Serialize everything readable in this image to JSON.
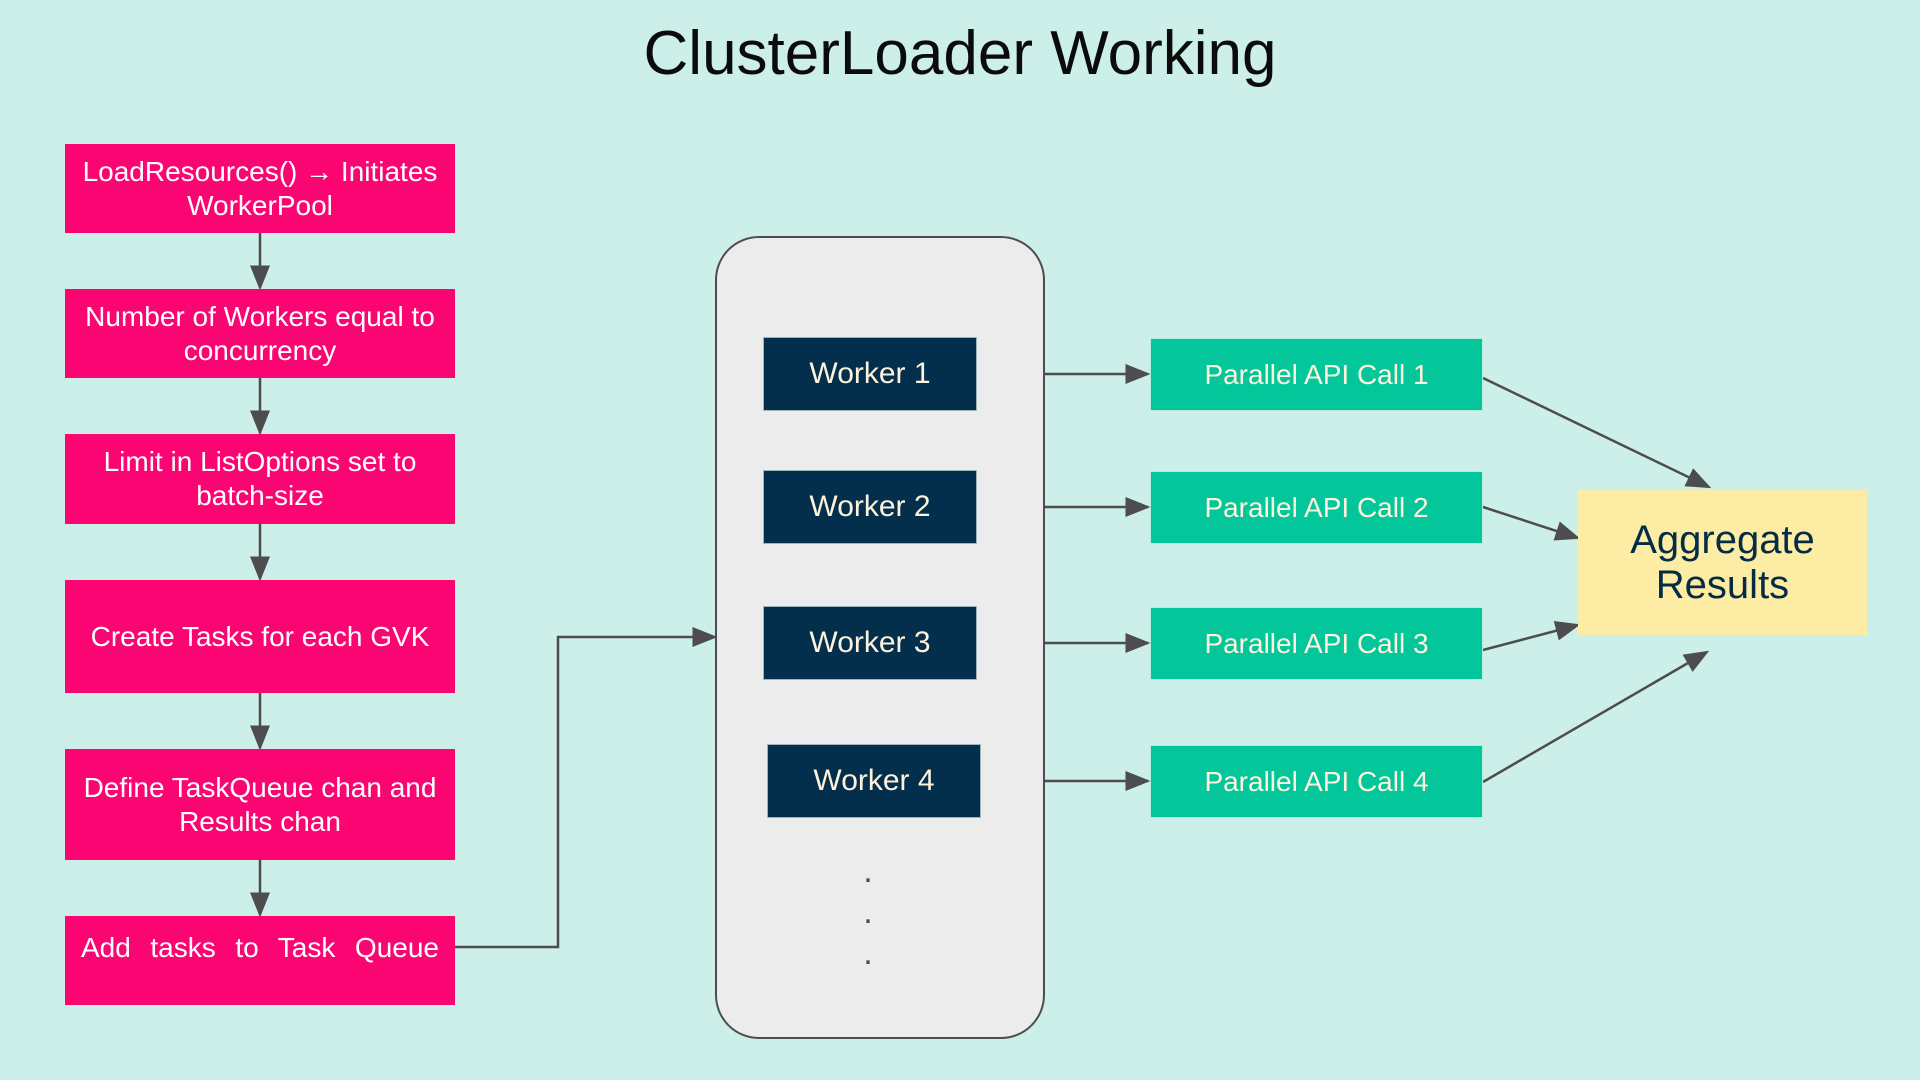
{
  "page": {
    "title": "ClusterLoader Working",
    "background_color": "#ccefea"
  },
  "colors": {
    "pink": "#fb0573",
    "navy": "#032f4c",
    "green": "#03c79a",
    "yellow": "#fdeca4",
    "pool_gray": "#ececed",
    "edge": "#4d4d4d",
    "cream_text": "#fdf3dd",
    "white_text": "#ffffff"
  },
  "flow_steps": [
    {
      "label": "LoadResources() → Initiates WorkerPool",
      "align": "center"
    },
    {
      "label": "Number of Workers equal to concurrency",
      "align": "center"
    },
    {
      "label": "Limit in ListOptions set to batch-size",
      "align": "center"
    },
    {
      "label": "Create Tasks for each GVK",
      "align": "center"
    },
    {
      "label": "Define TaskQueue chan and Results chan",
      "align": "center"
    },
    {
      "label": "Add tasks to Task Queue",
      "align": "justify"
    }
  ],
  "worker_pool": {
    "workers": [
      {
        "label": "Worker 1"
      },
      {
        "label": "Worker 2"
      },
      {
        "label": "Worker 3"
      },
      {
        "label": "Worker 4"
      }
    ],
    "ellipsis": "."
  },
  "api_calls": [
    {
      "label": "Parallel API Call 1"
    },
    {
      "label": "Parallel API Call 2"
    },
    {
      "label": "Parallel API Call 3"
    },
    {
      "label": "Parallel API Call 4"
    }
  ],
  "aggregate": {
    "label": "Aggregate Results"
  }
}
